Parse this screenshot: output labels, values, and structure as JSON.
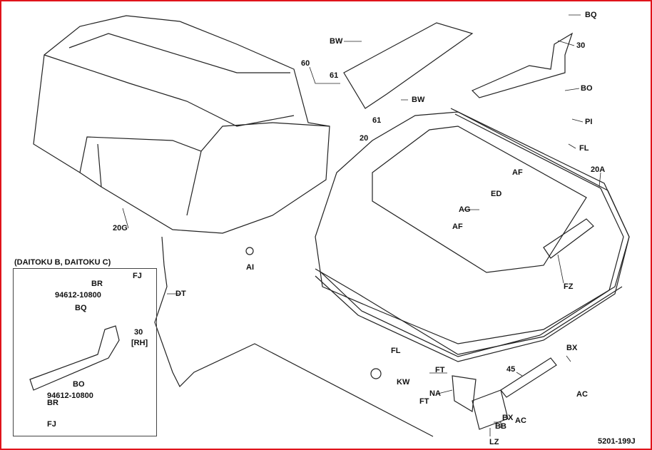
{
  "diagram_code": "5201-199J",
  "inset": {
    "title": "(DAITOKU B, DAITOKU C)",
    "labels": [
      "FJ",
      "BR",
      "94612-10800",
      "BQ",
      "30",
      "[RH]",
      "BO",
      "94612-10800",
      "BR",
      "FJ"
    ]
  },
  "labels": {
    "bw1": "BW",
    "p60": "60",
    "p61a": "61",
    "bw2": "BW",
    "p61b": "61",
    "bq": "BQ",
    "p30": "30",
    "bo": "BO",
    "pi": "PI",
    "fl1": "FL",
    "p20": "20",
    "p20a": "20A",
    "af1": "AF",
    "ed": "ED",
    "ag": "AG",
    "af2": "AF",
    "fz": "FZ",
    "p20g": "20G",
    "ai": "AI",
    "dt": "DT",
    "fl2": "FL",
    "kw": "KW",
    "ft1": "FT",
    "na": "NA",
    "ft2": "FT",
    "p45": "45",
    "bx1": "BX",
    "ac1": "AC",
    "bx2": "BX",
    "ac2": "AC",
    "bb": "BB",
    "lz": "LZ"
  }
}
